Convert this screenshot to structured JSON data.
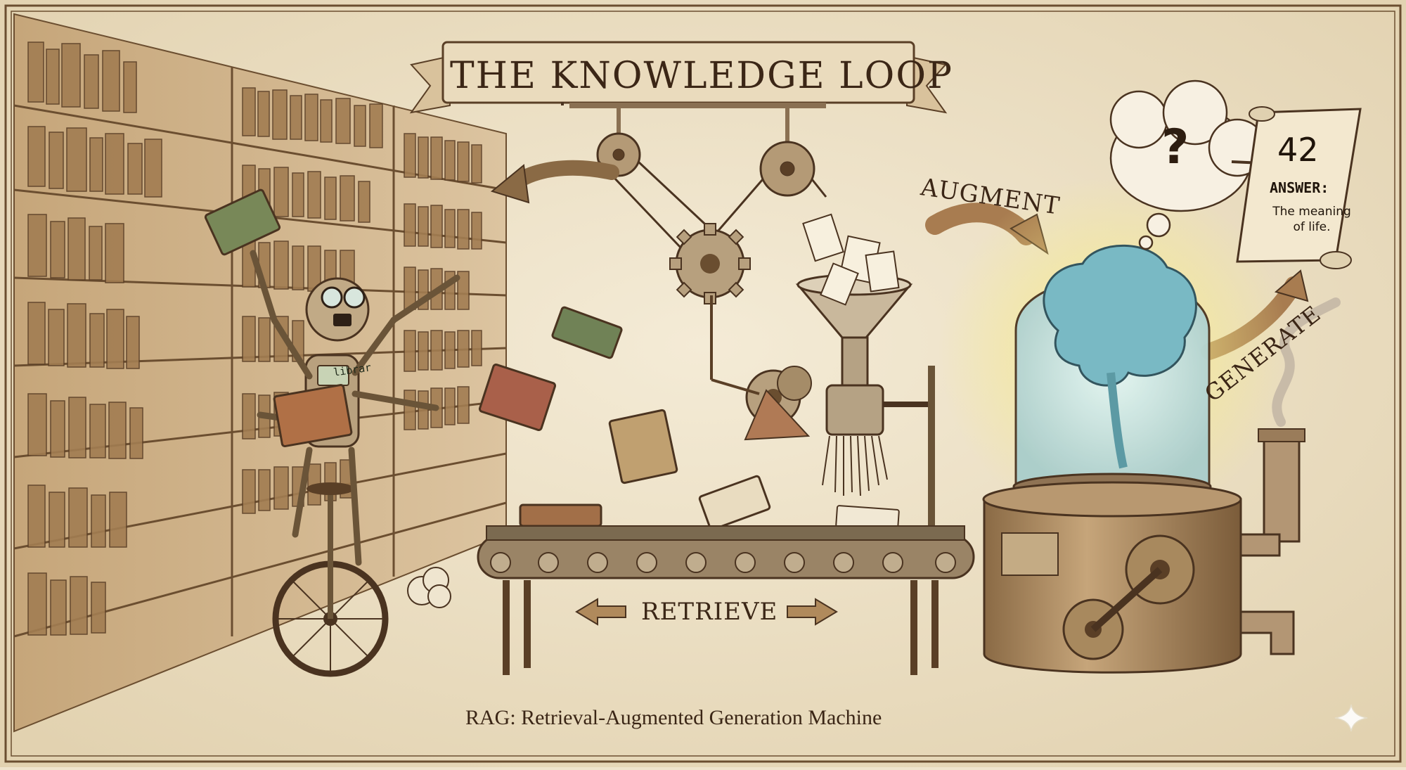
{
  "title": "THE KNOWLEDGE LOOP",
  "labels": {
    "augment": "AUGMENT",
    "generate": "GENERATE",
    "retrieve": "RETRIEVE"
  },
  "caption": "RAG: Retrieval-Augmented Generation Machine",
  "thought_bubble": {
    "symbol": "?"
  },
  "answer_scroll": {
    "number": "42",
    "label": "ANSWER:",
    "text": "The meaning of life."
  },
  "robot_badge": "librar",
  "colors": {
    "paper": "#efe4cc",
    "ink": "#3b2616",
    "wood": "#b9976a",
    "metal": "#9a8466",
    "glass_glow": "#bfe6ea",
    "brain": "#6fb4c0",
    "glow": "#f3ea8a"
  },
  "icons": [
    "bookshelf-icon",
    "robot-icon",
    "unicycle-icon",
    "book-icon",
    "gear-icon",
    "funnel-icon",
    "shredder-icon",
    "conveyor-belt-icon",
    "brain-jar-icon",
    "steam-pipe-icon",
    "thought-bubble-icon",
    "scroll-icon",
    "sparkle-icon"
  ]
}
